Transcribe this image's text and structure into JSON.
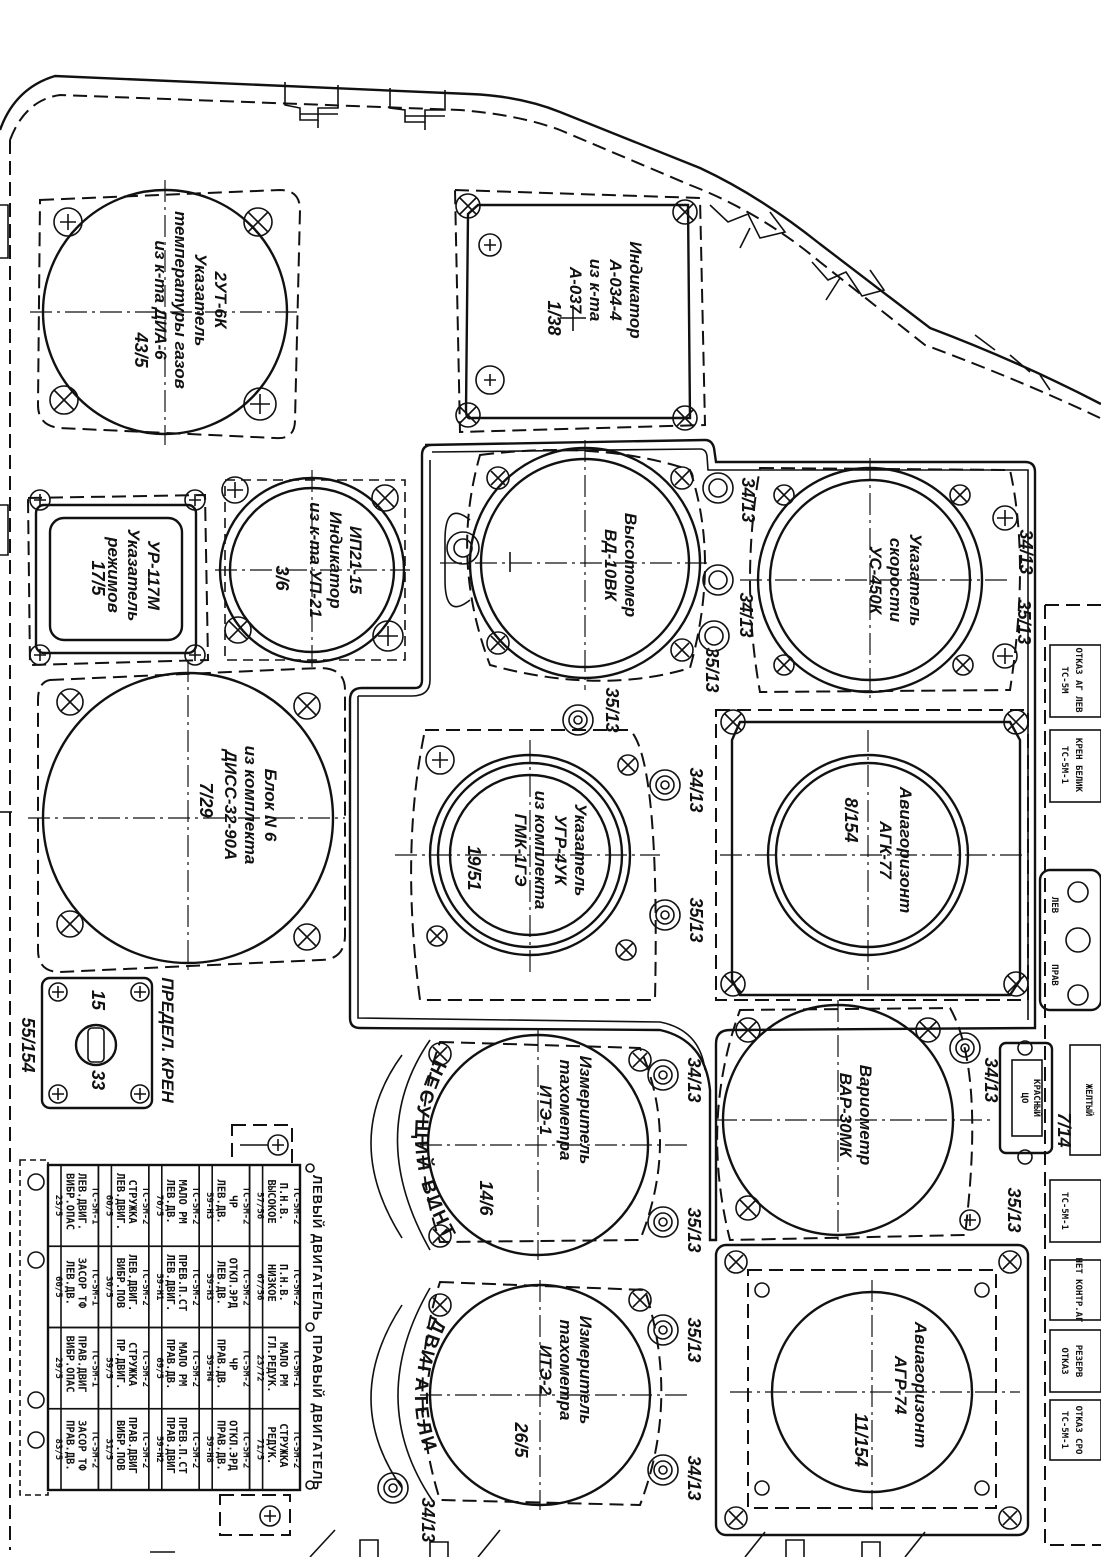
{
  "instruments": {
    "egt": {
      "l1": "2УТ-6К",
      "l2": "Указатель",
      "l3": "температуры газов",
      "l4": "из к-та ДИА-6",
      "code": "43/5"
    },
    "ind": {
      "l1": "Индикатор",
      "l2": "А-034-4",
      "l3": "из к-та",
      "l4": "А-037",
      "code": "1/38"
    },
    "up21": {
      "l1": "ИП21-15",
      "l2": "Индикатор",
      "l3": "из к-та УП-21",
      "code": "3/6"
    },
    "ur117": {
      "l1": "УР-117М",
      "l2": "Указатель",
      "l3": "режимов",
      "code": "17/5"
    },
    "alt": {
      "l1": "Высотомер",
      "l2": "ВД-10ВК"
    },
    "speed": {
      "l1": "Указатель",
      "l2": "скорости",
      "l3": "УС-450К"
    },
    "diss": {
      "l1": "Блок N 6",
      "l2": "из комплекта",
      "l3": "ДИСС-32-90А",
      "code": "7/29"
    },
    "ugr": {
      "l1": "Указатель",
      "l2": "УГР-4УК",
      "l3": "из комплекта",
      "l4": "ГМК-1ГЭ",
      "code": "19/51"
    },
    "agk": {
      "l1": "Авиагоризонт",
      "l2": "АГК-77",
      "code": "8/154"
    },
    "var": {
      "l1": "Вариометр",
      "l2": "ВАР-30МК"
    },
    "ite1": {
      "l1": "Измеритель",
      "l2": "тахометра",
      "l3": "ИТЭ-1",
      "code": "14/6"
    },
    "ite2": {
      "l1": "Измеритель",
      "l2": "тахометра",
      "l3": "ИТЭ-2",
      "code": "26/5"
    },
    "agr": {
      "l1": "Авиагоризонт",
      "l2": "АГР-74",
      "code": "11/154"
    },
    "kren": {
      "label": "ПРЕДЕЛ. КРЕН",
      "a": "15",
      "b": "33",
      "code": "55/154"
    }
  },
  "codes": {
    "c1": "34/13",
    "c2": "34/13",
    "c3": "35/13",
    "c4": "34/13",
    "c5": "35/13",
    "c6": "35/13",
    "c7": "34/13",
    "c8": "35/13",
    "c9": "34/13",
    "c10": "35/13",
    "c11": "34/13",
    "c12": "35/13",
    "c13": "35/13",
    "c14": "34/13",
    "c15": "34/13",
    "c16": "35/13",
    "c17": "7/14"
  },
  "arc_labels": {
    "rotor": "НЕСУЩИЙ ВИНТ",
    "engines": "ДВИГАТЕЛИ"
  },
  "panel": {
    "header_left": "ЛЕВЫЙ ДВИГАТЕЛЬ",
    "header_right": "ПРАВЫЙ ДВИГАТЕЛЬ",
    "cells": [
      [
        "П.Н.В. ВЫСОКОЕ",
        "ЧР ЛЕВ.ДВ.",
        "МАЛО РМ ЛЕВ.ДВ.",
        "СТРУЖКА ЛЕВ.ДВИГ.",
        "ЛЕВ.ДВИГ. ВИБР.ОПАС"
      ],
      [
        "П.Н.В. НИЗКОЕ",
        "ОТКЛ.ЭРД ЛЕВ.ДВ.",
        "ПРЕВ.П.СТ ЛЕВ.ДВИГ.",
        "ЛЕВ.ДВИГ. ВИБР.ПОВ",
        "ЗАСОР ТФ ЛЕВ.ДВ."
      ],
      [
        "МАЛО РМ ГЛ.РЕДУК.",
        "ЧР ПРАВ.ДВ.",
        "МАЛО РМ ПРАВ.ДВ.",
        "СТРУЖКА ПР.ДВИГ.",
        "ПРАВ.ДВИГ ВИБР.ОПАС"
      ],
      [
        "СТРУЖКА РЕДУК.",
        "ОТКЛ.ЭРД ПРАВ.ДВ.",
        "ПРЕВ.П.СТ ПРАВ.ДВИГ",
        "ПРАВ.ДВИГ ВИБР.ПОВ",
        "ЗАСОР ТФ ПРАВ.ДВ."
      ]
    ],
    "types": [
      [
        "ТС-5М-2",
        "ТС-5М-2",
        "ТС-5М-2",
        "ТС-5М-2",
        "ТС-5М-1"
      ],
      [
        "ТС-5М-2",
        "ТС-5М-2",
        "ТС-5М-2",
        "ТС-5М-2",
        "ТС-5М-1"
      ],
      [
        "ТС-5М-1",
        "ТС-5М-2",
        "ТС-5М-2",
        "ТС-5М-2",
        "ТС-5М-1"
      ],
      [
        "ТС-5М-2",
        "ТС-5М-2",
        "ТС-5М-2",
        "ТС-5М-2",
        "ТС-5М-2"
      ]
    ],
    "refs": [
      [
        "57/56",
        "59-Н3",
        "70/5",
        "60/5",
        "23/5"
      ],
      [
        "67/56",
        "59-Н3",
        "59-Н1",
        "30/5",
        "60/5"
      ],
      [
        "23/72",
        "59-Н4",
        "69/5",
        "59/5",
        "29/5"
      ],
      [
        "71/5",
        "59-Н8",
        "59-Н2",
        "31/5",
        "83/5"
      ]
    ]
  },
  "side_panel": {
    "a1": "ТС-5М",
    "a2": "ОТКАЗ АГ ЛЕВ",
    "b1": "ТС-5М-1",
    "b2": "КРЕН БЕЛИК",
    "lev": "ЛЕВ",
    "prav": "ПРАВ",
    "c1": "ЦО",
    "c2": "КРАСНЫЙ",
    "d1": "ЖЕЛТЫЙ",
    "e1": "ТС-5М-1",
    "e2": "НЕТ КОНТР.АГ",
    "f1": "ОТКАЗ",
    "f2": "РЕЗЕРВ",
    "g1": "ТС-5М-1",
    "g2": "ОТКАЗ СРО"
  }
}
